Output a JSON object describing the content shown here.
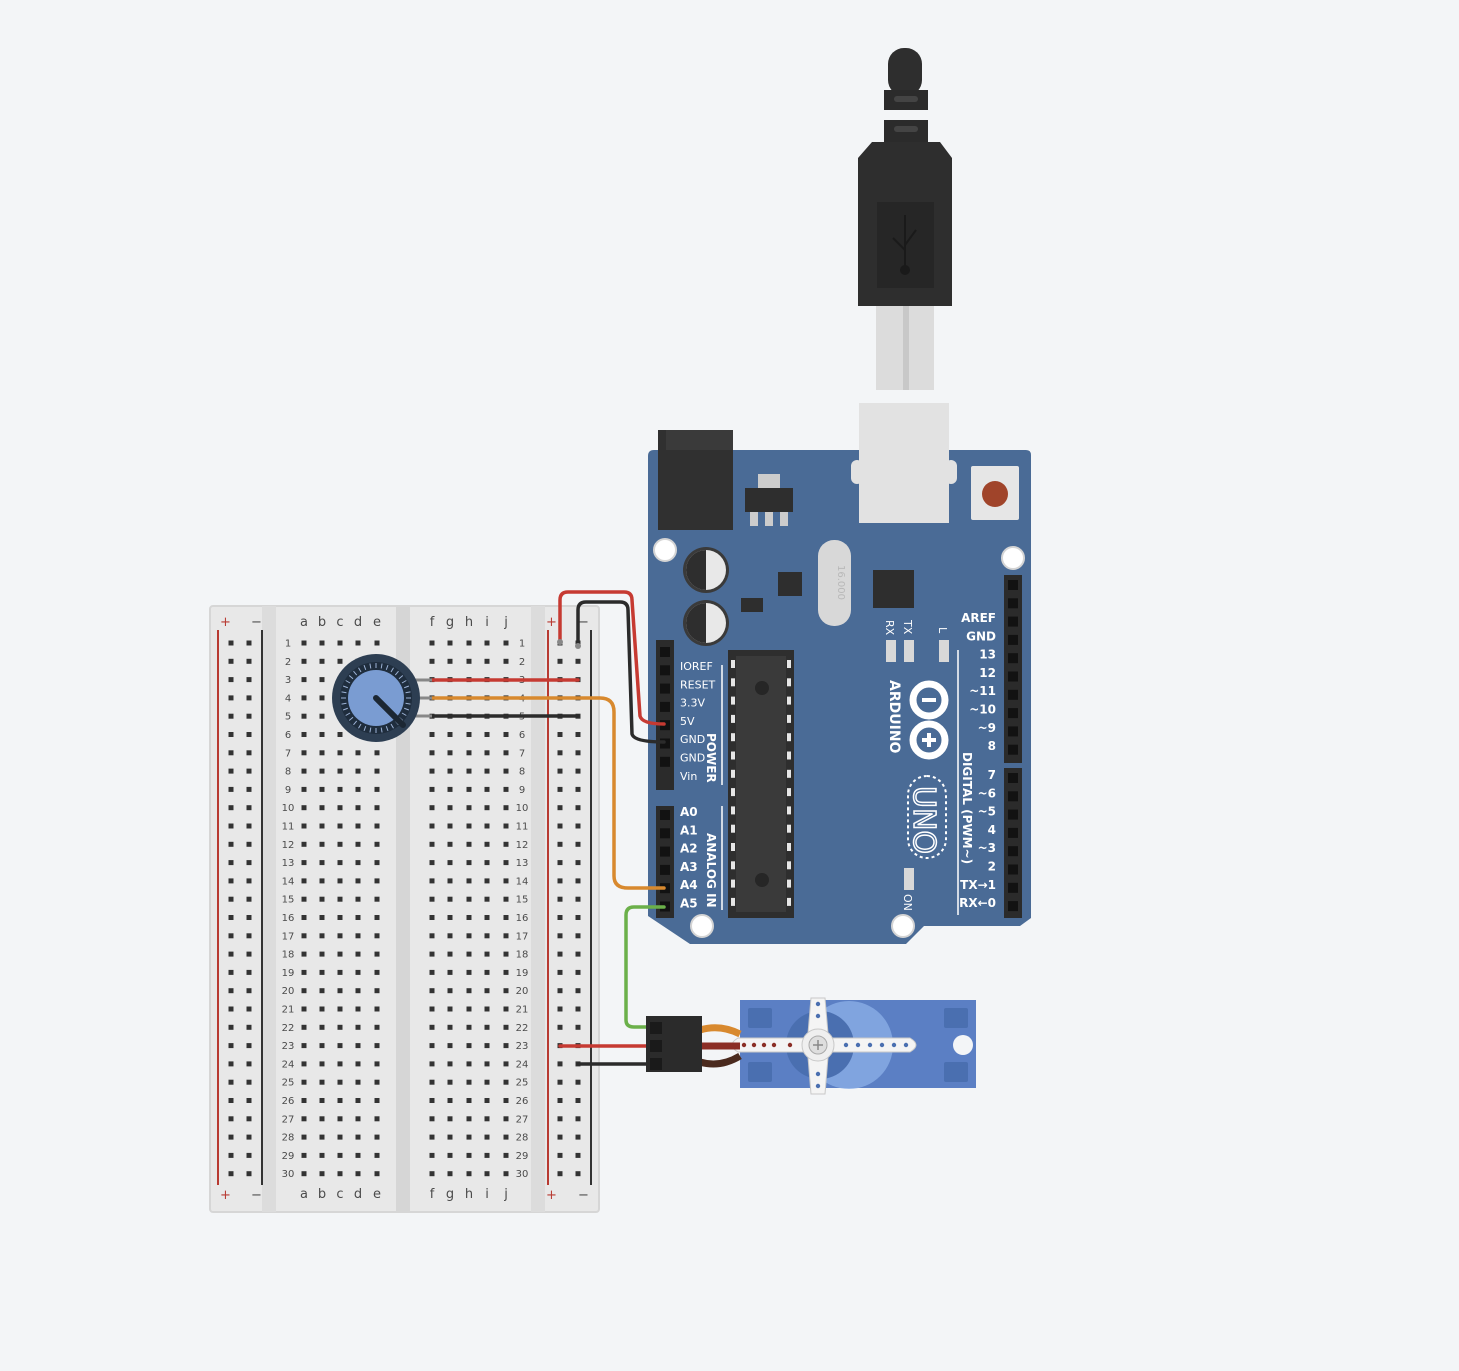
{
  "breadboard": {
    "columns_left": [
      "a",
      "b",
      "c",
      "d",
      "e"
    ],
    "columns_right": [
      "f",
      "g",
      "h",
      "i",
      "j"
    ],
    "rows": 30,
    "rail_plus": "+",
    "rail_minus": "−"
  },
  "arduino": {
    "brand": "ARDUINO",
    "model": "UNO",
    "crystal_text": "16.000",
    "power_pins": [
      "IOREF",
      "RESET",
      "3.3V",
      "5V",
      "GND",
      "GND",
      "Vin"
    ],
    "power_header": "POWER",
    "analog_pins": [
      "A0",
      "A1",
      "A2",
      "A3",
      "A4",
      "A5"
    ],
    "analog_header": "ANALOG IN",
    "digital_top": [
      "AREF",
      "GND",
      "13",
      "12",
      "~11",
      "~10",
      "~9",
      "8"
    ],
    "digital_bottom": [
      "7",
      "~6",
      "~5",
      "4",
      "~3",
      "2",
      "TX→1",
      "RX←0"
    ],
    "digital_header": "DIGITAL (PWM~)",
    "leds": [
      "RX",
      "TX",
      "L"
    ],
    "on_label": "ON"
  },
  "colors": {
    "board_blue": "#4a6b96",
    "wire_red": "#c63a32",
    "wire_black": "#2b2b2b",
    "wire_orange": "#d8892e",
    "wire_green": "#6bb04a",
    "servo_blue": "#5b7fc4"
  }
}
